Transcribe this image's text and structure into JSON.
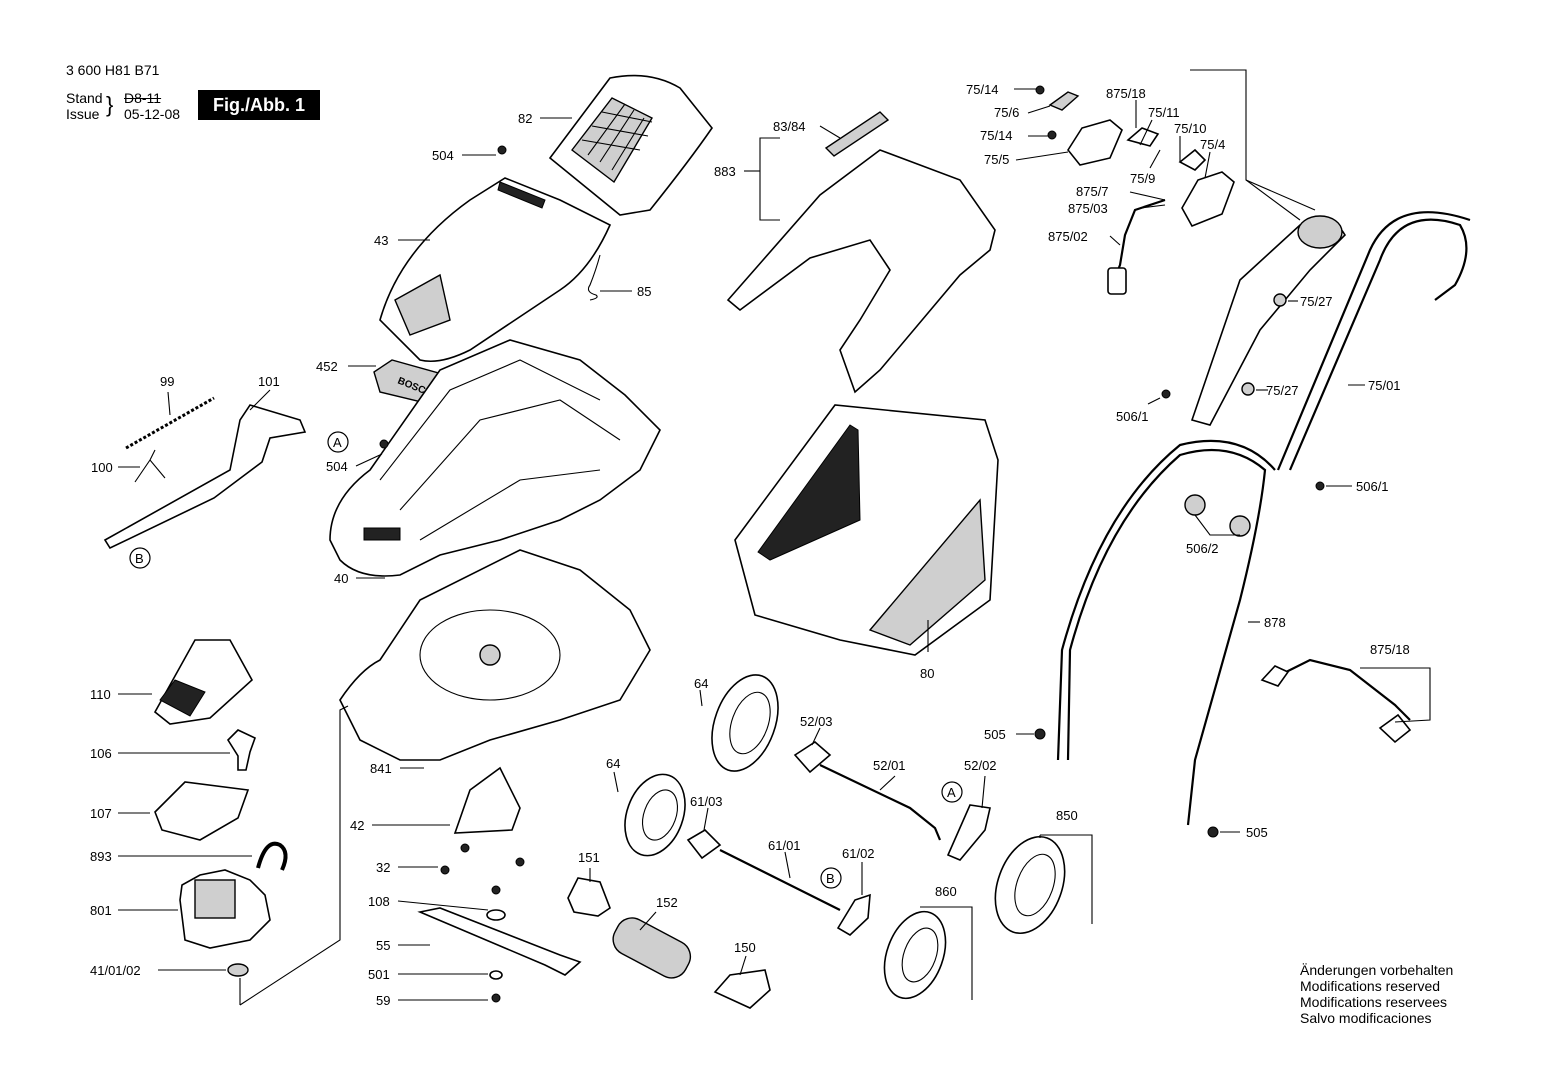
{
  "header": {
    "doc_number": "3 600 H81 B71",
    "stand_label": "Stand",
    "stand_value": "D8-11",
    "issue_label": "Issue",
    "issue_value": "05-12-08",
    "fig_label": "Fig./Abb. 1"
  },
  "callouts": [
    {
      "id": "c82",
      "text": "82"
    },
    {
      "id": "c504a",
      "text": "504"
    },
    {
      "id": "c43",
      "text": "43"
    },
    {
      "id": "c85",
      "text": "85"
    },
    {
      "id": "c452",
      "text": "452"
    },
    {
      "id": "c99",
      "text": "99"
    },
    {
      "id": "c101",
      "text": "101"
    },
    {
      "id": "c100",
      "text": "100"
    },
    {
      "id": "c504b",
      "text": "504"
    },
    {
      "id": "c40",
      "text": "40"
    },
    {
      "id": "c110",
      "text": "110"
    },
    {
      "id": "c106",
      "text": "106"
    },
    {
      "id": "c107",
      "text": "107"
    },
    {
      "id": "c893",
      "text": "893"
    },
    {
      "id": "c801",
      "text": "801"
    },
    {
      "id": "c410102",
      "text": "41/01/02"
    },
    {
      "id": "c841",
      "text": "841"
    },
    {
      "id": "c42",
      "text": "42"
    },
    {
      "id": "c32",
      "text": "32"
    },
    {
      "id": "c108",
      "text": "108"
    },
    {
      "id": "c55",
      "text": "55"
    },
    {
      "id": "c501",
      "text": "501"
    },
    {
      "id": "c59",
      "text": "59"
    },
    {
      "id": "c151",
      "text": "151"
    },
    {
      "id": "c152",
      "text": "152"
    },
    {
      "id": "c150",
      "text": "150"
    },
    {
      "id": "c64a",
      "text": "64"
    },
    {
      "id": "c64b",
      "text": "64"
    },
    {
      "id": "c6103",
      "text": "61/03"
    },
    {
      "id": "c6101",
      "text": "61/01"
    },
    {
      "id": "c6102",
      "text": "61/02"
    },
    {
      "id": "c5203",
      "text": "52/03"
    },
    {
      "id": "c5201",
      "text": "52/01"
    },
    {
      "id": "c5202",
      "text": "52/02"
    },
    {
      "id": "c850",
      "text": "850"
    },
    {
      "id": "c860",
      "text": "860"
    },
    {
      "id": "c80",
      "text": "80"
    },
    {
      "id": "c8384",
      "text": "83/84"
    },
    {
      "id": "c883",
      "text": "883"
    },
    {
      "id": "c7514a",
      "text": "75/14"
    },
    {
      "id": "c756",
      "text": "75/6"
    },
    {
      "id": "c7514b",
      "text": "75/14"
    },
    {
      "id": "c755",
      "text": "75/5"
    },
    {
      "id": "c87518a",
      "text": "875/18"
    },
    {
      "id": "c7511",
      "text": "75/11"
    },
    {
      "id": "c7510",
      "text": "75/10"
    },
    {
      "id": "c754",
      "text": "75/4"
    },
    {
      "id": "c759",
      "text": "75/9"
    },
    {
      "id": "c8757",
      "text": "875/7"
    },
    {
      "id": "c87503",
      "text": "875/03"
    },
    {
      "id": "c87502",
      "text": "875/02"
    },
    {
      "id": "c7527a",
      "text": "75/27"
    },
    {
      "id": "c7527b",
      "text": "75/27"
    },
    {
      "id": "c7501",
      "text": "75/01"
    },
    {
      "id": "c5061a",
      "text": "506/1"
    },
    {
      "id": "c5061b",
      "text": "506/1"
    },
    {
      "id": "c5062",
      "text": "506/2"
    },
    {
      "id": "c878",
      "text": "878"
    },
    {
      "id": "c87518b",
      "text": "875/18"
    },
    {
      "id": "c505a",
      "text": "505"
    },
    {
      "id": "c505b",
      "text": "505"
    }
  ],
  "markers": {
    "a1": "A",
    "a2": "A",
    "b1": "B",
    "b2": "B"
  },
  "bag_logo": "BOSCH",
  "notes": {
    "de": "Änderungen vorbehalten",
    "en": "Modifications reserved",
    "fr": "Modifications reservees",
    "es": "Salvo modificaciones"
  }
}
